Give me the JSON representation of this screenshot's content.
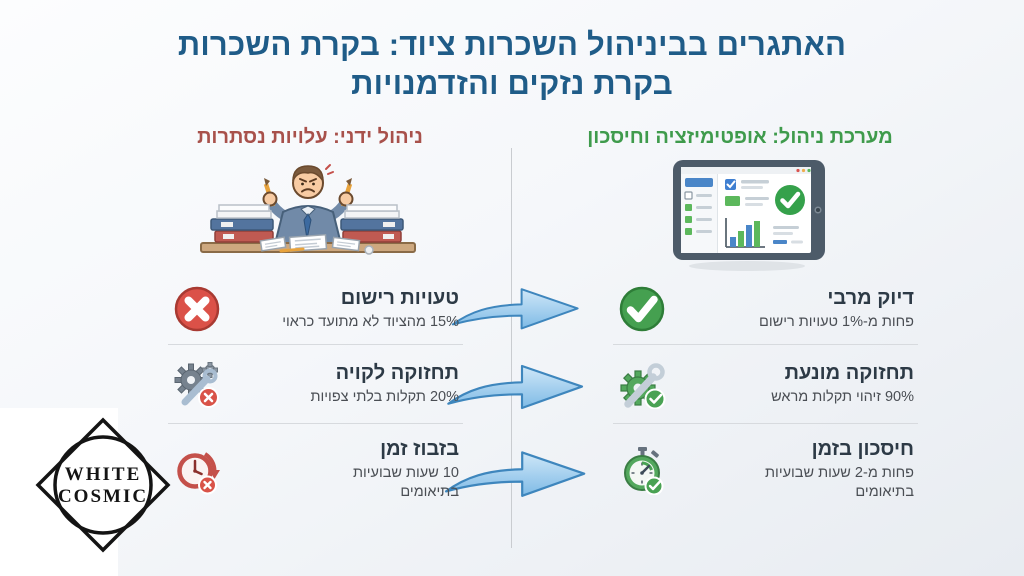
{
  "page": {
    "title": "האתגרים בביניהול השכרות ציוד: בקרת השכרות\nבקרת נזקים והזדמנויות"
  },
  "columns": {
    "manual": {
      "header": "ניהול ידני: עלויות נסתרות",
      "header_color": "#a8514b",
      "illustration": "stressed-office-worker-with-binders",
      "items": [
        {
          "title": "טעויות רישום",
          "subtitle": "15% מהציוד לא מתועד כראוי",
          "icon": "x-circle-icon"
        },
        {
          "title": "תחזוקה לקויה",
          "subtitle": "20% תקלות בלתי צפויות",
          "icon": "broken-gear-wrench-icon"
        },
        {
          "title": "בזבוז זמן",
          "subtitle": "10 שעות שבועיות\nבתיאומים",
          "icon": "wasted-time-clock-icon"
        }
      ]
    },
    "system": {
      "header": "מערכת ניהול: אופטימיזציה וחיסכון",
      "header_color": "#3f9b4c",
      "illustration": "tablet-dashboard",
      "items": [
        {
          "title": "דיוק מרבי",
          "subtitle": "פחות מ-1% טעויות רישום",
          "icon": "check-circle-icon"
        },
        {
          "title": "תחזוקה מונעת",
          "subtitle": "90% זיהוי תקלות מראש",
          "icon": "gear-wrench-check-icon"
        },
        {
          "title": "חיסכון בזמן",
          "subtitle": "פחות מ-2 שעות שבועיות\nבתיאומים",
          "icon": "stopwatch-check-icon"
        }
      ]
    }
  },
  "logo": {
    "line1": "WHITE",
    "line2": "COSMIC"
  },
  "colors": {
    "title_blue": "#1f5c88",
    "manual_red": "#a8514b",
    "system_green": "#3f9b4c",
    "icon_red": "#db5148",
    "icon_green": "#45a050",
    "arrow_blue": "#8cc4ea"
  }
}
